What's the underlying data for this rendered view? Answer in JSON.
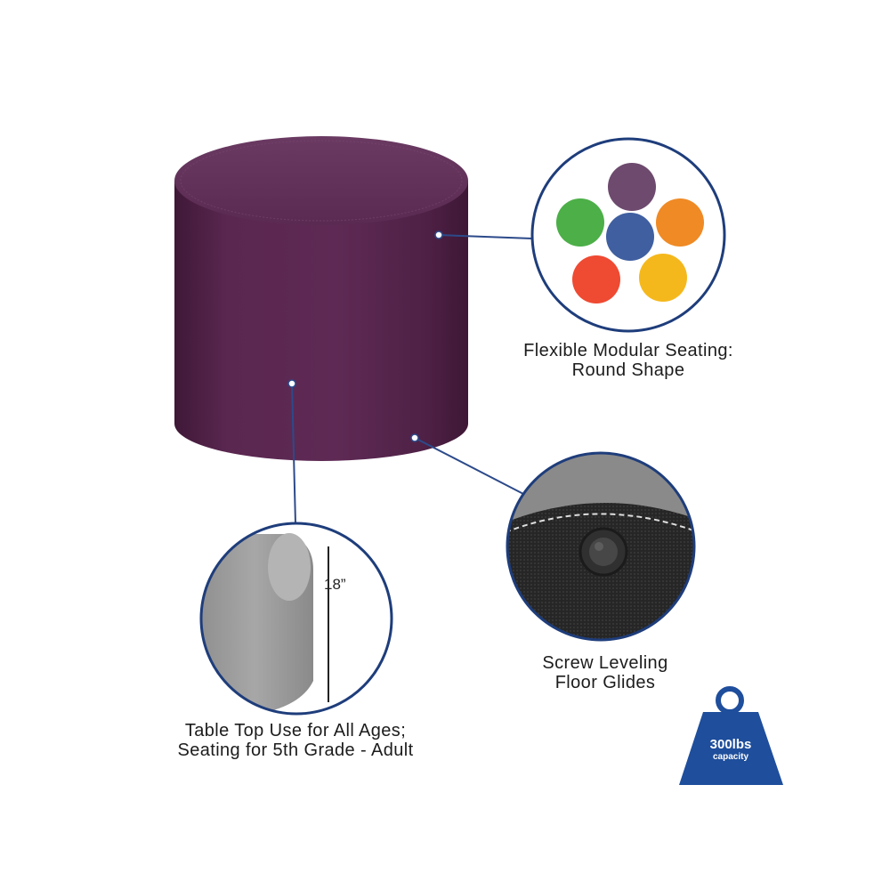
{
  "features": {
    "modular_seating": {
      "line1": "Flexible Modular Seating:",
      "line2": "Round Shape",
      "swatch_colors": [
        "#6d4a6e",
        "#ef8a25",
        "#f5b81c",
        "#ef4a32",
        "#4caf48",
        "#3f5fa0"
      ]
    },
    "floor_glides": {
      "line1": "Screw Leveling",
      "line2": "Floor Glides"
    },
    "table_top": {
      "line1": "Table Top Use for All Ages;",
      "line2": "Seating for 5th Grade - Adult",
      "height_label": "18”"
    }
  },
  "capacity_badge": {
    "value": "300lbs",
    "unit": "capacity",
    "icon": "weight-icon",
    "color": "#1e4e9c"
  },
  "colors": {
    "ottoman": "#55244a",
    "leader_line": "#2c4a8a",
    "circle_border": "#1e3d7b"
  }
}
